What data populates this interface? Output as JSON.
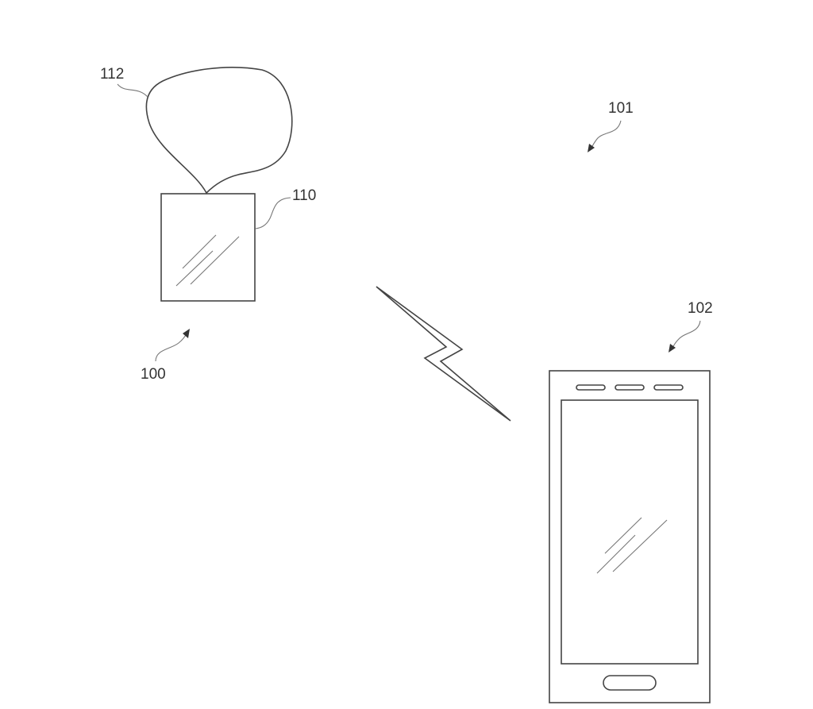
{
  "labels": {
    "blob": "112",
    "device": "110",
    "system": "101",
    "assembly": "100",
    "phone": "102"
  },
  "colors": {
    "line": "#444444",
    "background": "#ffffff"
  }
}
